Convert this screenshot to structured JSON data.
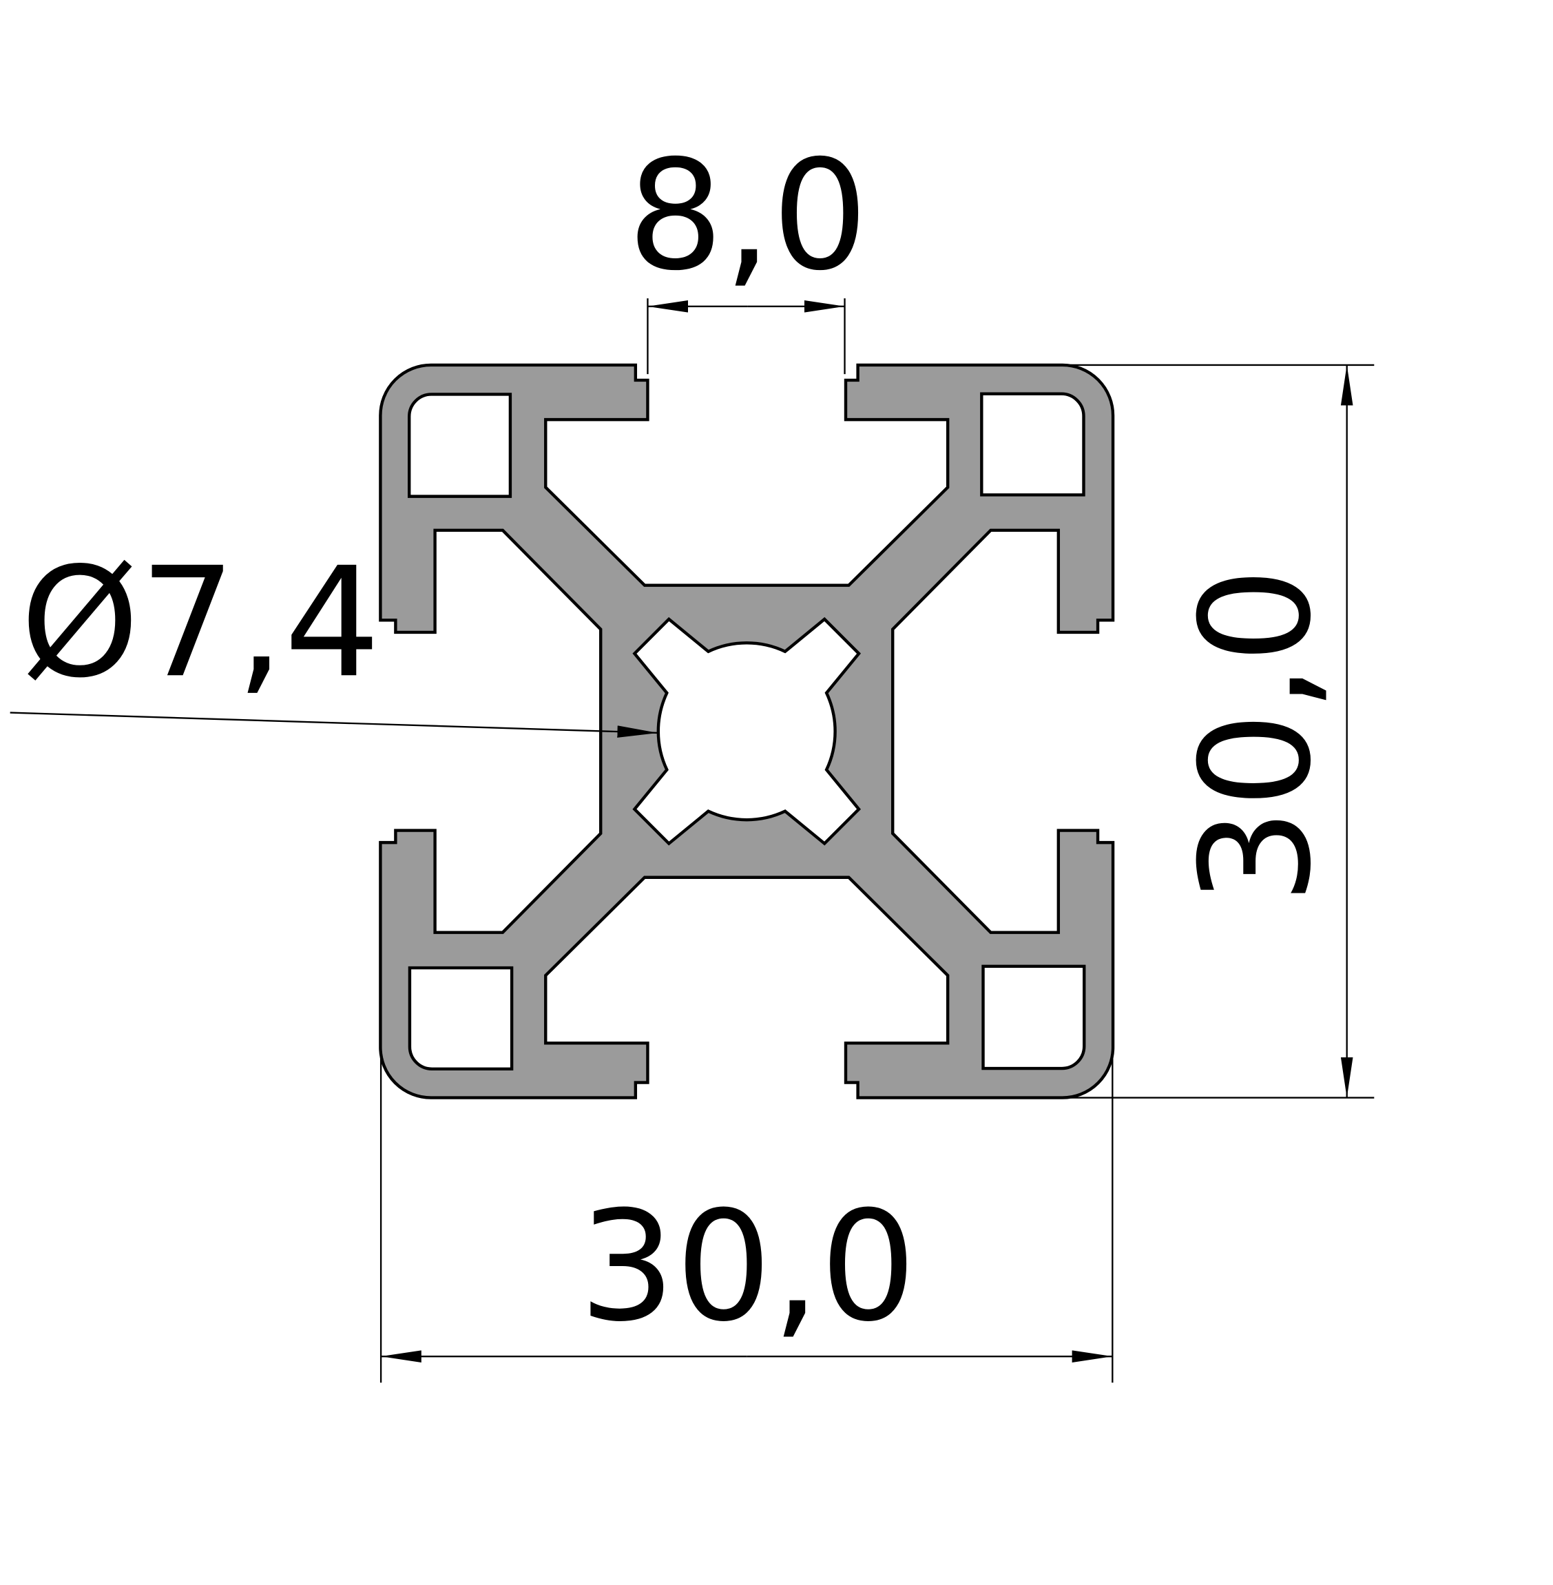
{
  "drawing": {
    "title": "Aluminium profile 30x30 slot 8 cross-section",
    "dimensions": {
      "slot_width": "8,0",
      "height": "30,0",
      "width": "30,0",
      "bore_diameter": "Ø7,4"
    },
    "colors": {
      "profile_fill": "#9b9b9b",
      "line": "#000000",
      "background": "#ffffff"
    }
  }
}
